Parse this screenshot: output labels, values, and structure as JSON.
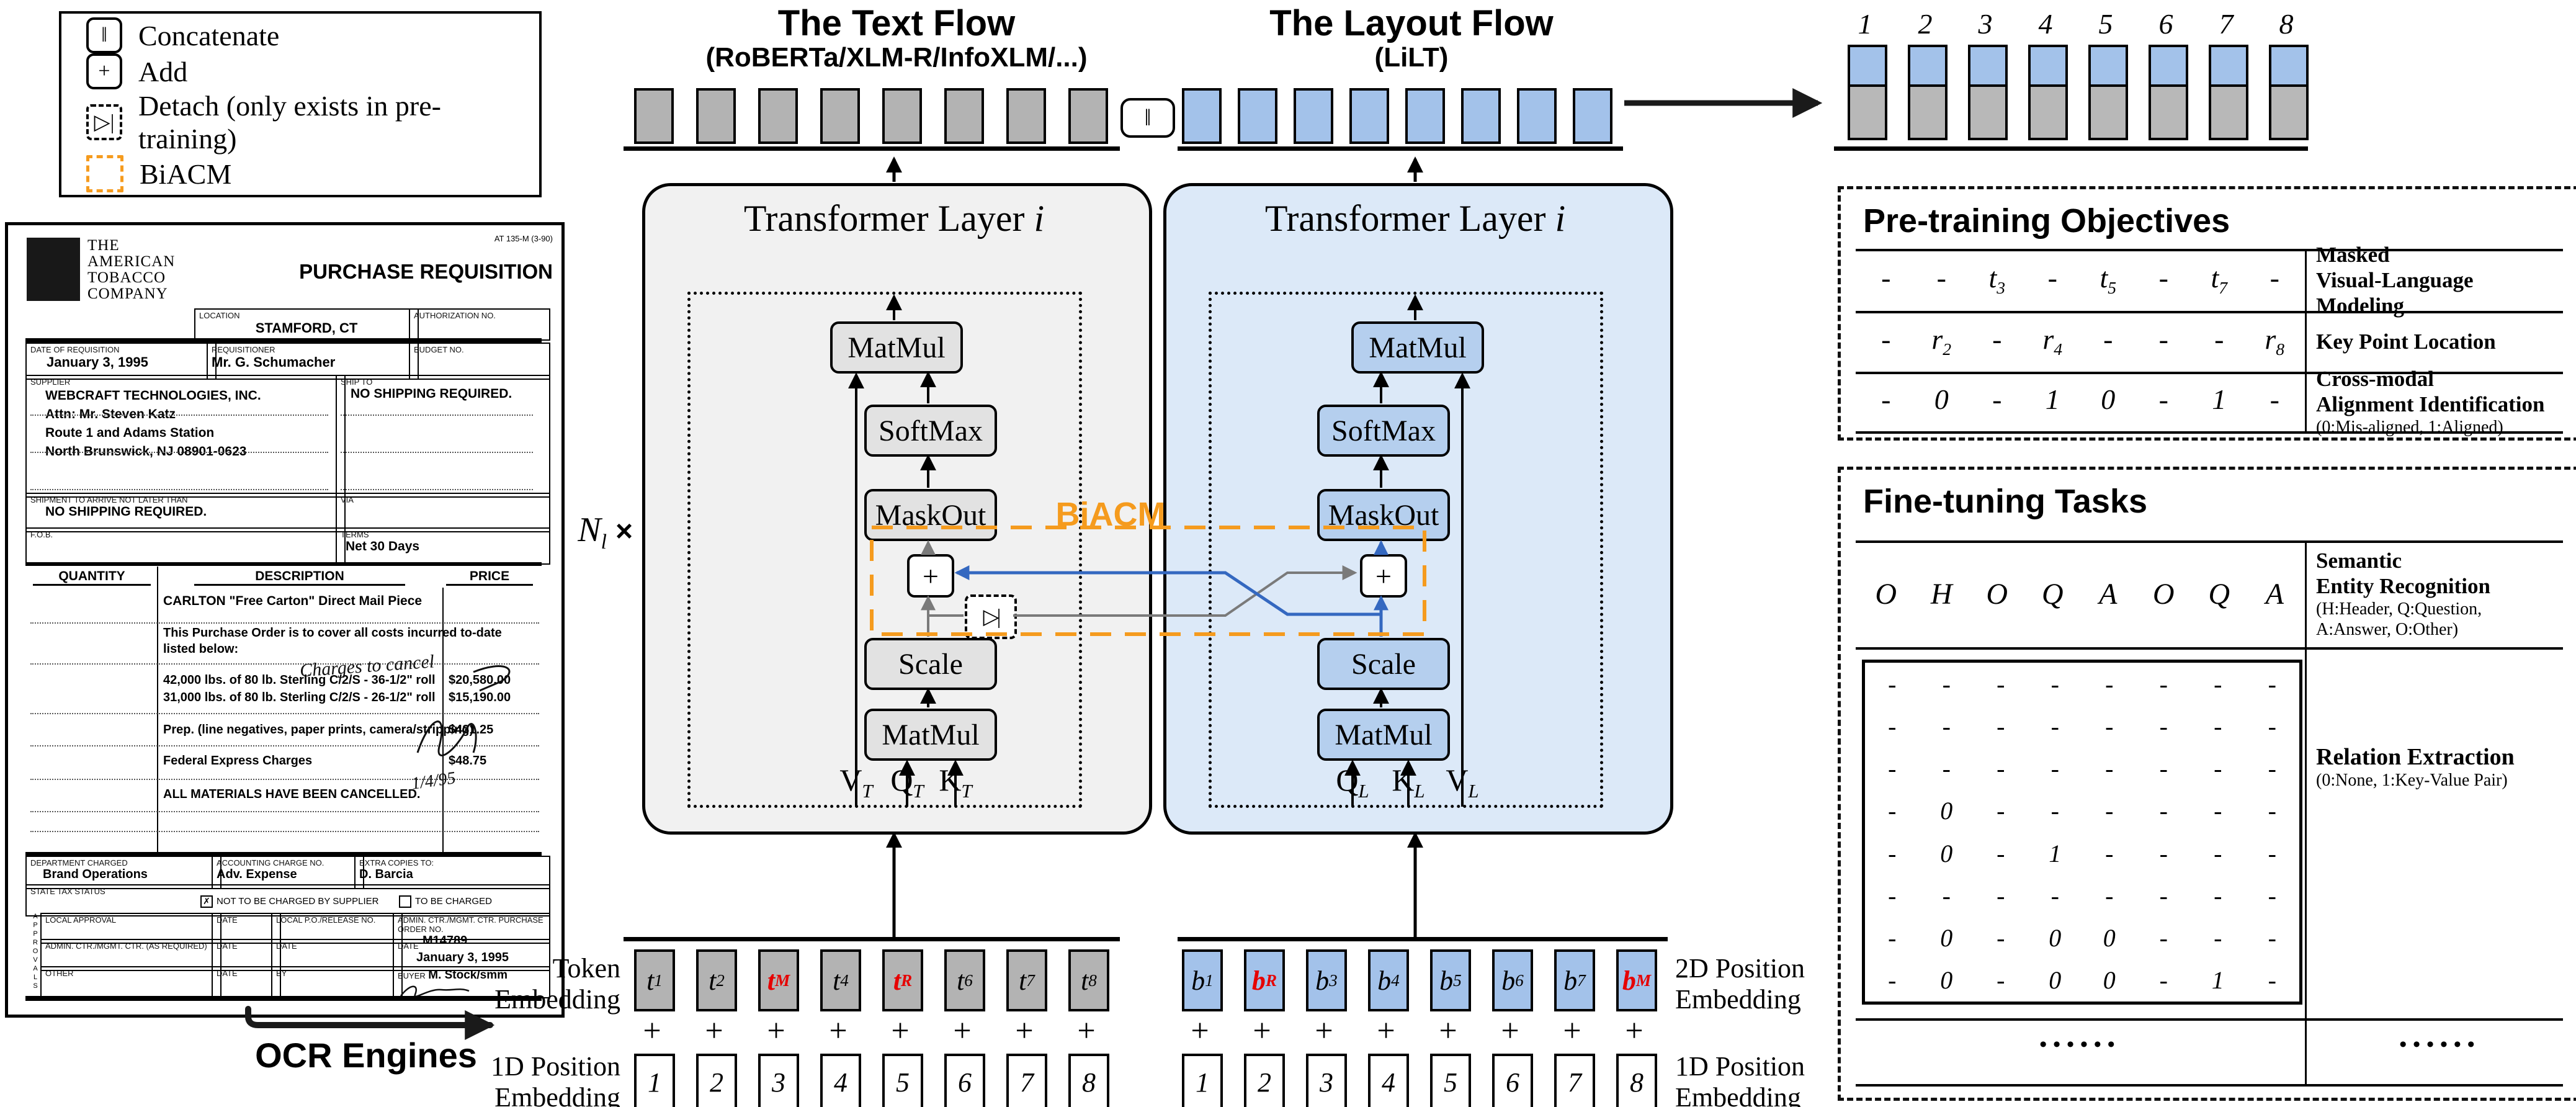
{
  "legend": {
    "items": [
      {
        "symbol": "‖",
        "label": "Concatenate"
      },
      {
        "symbol": "+",
        "label": "Add"
      },
      {
        "symbol": "▷|",
        "label": "Detach (only exists in pre-training)"
      },
      {
        "symbol": "",
        "label": "BiACM"
      }
    ]
  },
  "ocr_label": "OCR Engines",
  "flows": {
    "multiplier": {
      "m": "N",
      "s": "l",
      "times": "×"
    },
    "biacm": "BiACM",
    "text": {
      "title": "The Text Flow",
      "subtitle": "(RoBERTa/XLM-R/InfoXLM/...)",
      "layer_title": "Transformer Layer",
      "layer_var": "i",
      "blocks": {
        "mm_top": "MatMul",
        "softmax": "SoftMax",
        "maskout": "MaskOut",
        "plus": "+",
        "detach": "▷|",
        "scale": "Scale",
        "mm_bot": "MatMul"
      },
      "inputs": [
        {
          "m": "V",
          "s": "T"
        },
        {
          "m": "Q",
          "s": "T"
        },
        {
          "m": "K",
          "s": "T"
        }
      ]
    },
    "layout": {
      "title": "The Layout Flow",
      "subtitle": "(LiLT)",
      "layer_title": "Transformer Layer",
      "layer_var": "i",
      "blocks": {
        "mm_top": "MatMul",
        "softmax": "SoftMax",
        "maskout": "MaskOut",
        "plus": "+",
        "scale": "Scale",
        "mm_bot": "MatMul"
      },
      "inputs": [
        {
          "m": "Q",
          "s": "L"
        },
        {
          "m": "K",
          "s": "L"
        },
        {
          "m": "V",
          "s": "L"
        }
      ]
    }
  },
  "embeddings": {
    "plus": "+",
    "positions": [
      "1",
      "2",
      "3",
      "4",
      "5",
      "6",
      "7",
      "8"
    ],
    "text": {
      "row1_label": [
        "Token",
        "Embedding"
      ],
      "row2_label": [
        "1D Position",
        "Embedding"
      ],
      "tokens": [
        {
          "m": "t",
          "s": "1"
        },
        {
          "m": "t",
          "s": "2"
        },
        {
          "m": "t",
          "s": "M",
          "color": "red"
        },
        {
          "m": "t",
          "s": "4"
        },
        {
          "m": "t",
          "s": "R",
          "color": "red"
        },
        {
          "m": "t",
          "s": "6"
        },
        {
          "m": "t",
          "s": "7"
        },
        {
          "m": "t",
          "s": "8"
        }
      ]
    },
    "layout": {
      "row1_label": [
        "2D Position",
        "Embedding"
      ],
      "row2_label": [
        "1D Position",
        "Embedding"
      ],
      "tokens": [
        {
          "m": "b",
          "s": "1"
        },
        {
          "m": "b",
          "s": "R",
          "color": "red"
        },
        {
          "m": "b",
          "s": "3"
        },
        {
          "m": "b",
          "s": "4"
        },
        {
          "m": "b",
          "s": "5"
        },
        {
          "m": "b",
          "s": "6"
        },
        {
          "m": "b",
          "s": "7"
        },
        {
          "m": "b",
          "s": "M",
          "color": "red"
        }
      ]
    }
  },
  "outputs": {
    "indices": [
      "1",
      "2",
      "3",
      "4",
      "5",
      "6",
      "7",
      "8"
    ]
  },
  "pretraining": {
    "title": "Pre-training Objectives",
    "rows": [
      {
        "cells": [
          {
            "m": "-"
          },
          {
            "m": "-"
          },
          {
            "m": "t",
            "s": "3"
          },
          {
            "m": "-"
          },
          {
            "m": "t",
            "s": "5"
          },
          {
            "m": "-"
          },
          {
            "m": "t",
            "s": "7"
          },
          {
            "m": "-"
          }
        ],
        "label": [
          "Masked",
          "Visual-Language Modeling"
        ],
        "note": ""
      },
      {
        "cells": [
          {
            "m": "-"
          },
          {
            "m": "r",
            "s": "2"
          },
          {
            "m": "-"
          },
          {
            "m": "r",
            "s": "4"
          },
          {
            "m": "-"
          },
          {
            "m": "-"
          },
          {
            "m": "-"
          },
          {
            "m": "r",
            "s": "8"
          }
        ],
        "label": [
          "Key Point Location"
        ],
        "note": ""
      },
      {
        "cells": [
          {
            "m": "-"
          },
          {
            "m": "0"
          },
          {
            "m": "-"
          },
          {
            "m": "1"
          },
          {
            "m": "0"
          },
          {
            "m": "-"
          },
          {
            "m": "1"
          },
          {
            "m": "-"
          }
        ],
        "label": [
          "Cross-modal",
          "Alignment Identification"
        ],
        "note": "(0:Mis-aligned, 1:Aligned)"
      }
    ]
  },
  "finetuning": {
    "title": "Fine-tuning Tasks",
    "ser": {
      "cells": [
        "O",
        "H",
        "O",
        "Q",
        "A",
        "O",
        "Q",
        "A"
      ],
      "label": [
        "Semantic",
        "Entity Recognition"
      ],
      "note": [
        "(H:Header, Q:Question,",
        "A:Answer, O:Other)"
      ]
    },
    "re": {
      "label": "Relation Extraction",
      "note": "(0:None, 1:Key-Value Pair)",
      "matrix": [
        [
          "-",
          "-",
          "-",
          "-",
          "-",
          "-",
          "-",
          "-"
        ],
        [
          "-",
          "-",
          "-",
          "-",
          "-",
          "-",
          "-",
          "-"
        ],
        [
          "-",
          "-",
          "-",
          "-",
          "-",
          "-",
          "-",
          "-"
        ],
        [
          "-",
          "0",
          "-",
          "-",
          "-",
          "-",
          "-",
          "-"
        ],
        [
          "-",
          "0",
          "-",
          "1",
          "-",
          "-",
          "-",
          "-"
        ],
        [
          "-",
          "-",
          "-",
          "-",
          "-",
          "-",
          "-",
          "-"
        ],
        [
          "-",
          "0",
          "-",
          "0",
          "0",
          "-",
          "-",
          "-"
        ],
        [
          "-",
          "0",
          "-",
          "0",
          "0",
          "-",
          "1",
          "-"
        ]
      ]
    },
    "dots": "••••••"
  },
  "document": {
    "form_no": "AT 135-M (3-90)",
    "title": "PURCHASE REQUISITION",
    "company": [
      "THE",
      "AMERICAN",
      "TOBACCO",
      "COMPANY"
    ],
    "location_label": "LOCATION",
    "location": "STAMFORD, CT",
    "auth_label": "AUTHORIZATION NO.",
    "date_label": "DATE OF REQUISITION",
    "date": "January 3, 1995",
    "req_label": "REQUISITIONER",
    "requisitioner": "Mr. G. Schumacher",
    "budget_label": "BUDGET NO.",
    "supplier_label": "SUPPLIER",
    "supplier": [
      "WEBCRAFT TECHNOLOGIES, INC.",
      "Attn: Mr. Steven Katz",
      "Route 1 and Adams Station",
      "North Brunswick, NJ 08901-0623"
    ],
    "shipto_label": "SHIP TO",
    "shipto": "NO SHIPPING REQUIRED.",
    "arrive_label": "SHIPMENT TO ARRIVE NOT LATER THAN",
    "arrive": "NO SHIPPING REQUIRED.",
    "via_label": "VIA",
    "fob_label": "F.O.B.",
    "terms_label": "TERMS",
    "terms": "Net 30 Days",
    "qty_label": "QUANTITY",
    "desc_label": "DESCRIPTION",
    "price_label": "PRICE",
    "line1": "CARLTON \"Free Carton\" Direct Mail Piece",
    "line2a": "This Purchase Order is to cover all costs incurred to-date",
    "line2b": "listed below:",
    "item1": "42,000 lbs. of 80 lb. Sterling C/2/S - 36-1/2\" roll",
    "price1": "$20,580.00",
    "item2": "31,000 lbs. of 80 lb. Sterling C/2/S - 26-1/2\" roll",
    "price2": "$15,190.00",
    "item3": "Prep. (line negatives, paper prints, camera/stripping)",
    "price3": "$431.25",
    "item4": "Federal Express Charges",
    "price4": "$48.75",
    "cancel": "ALL MATERIALS HAVE BEEN CANCELLED.",
    "handwriting": "Charges to cancel",
    "hand_date": "1/4/95",
    "dept_label": "DEPARTMENT CHARGED",
    "dept": "Brand Operations",
    "acct_label": "ACCOUNTING CHARGE NO.",
    "acct": "Adv. Expense",
    "copies_label": "EXTRA COPIES TO:",
    "copies": "D. Barcia",
    "tax_label": "STATE TAX STATUS",
    "tax_opt1": "NOT TO BE CHARGED BY SUPPLIER",
    "tax_opt2": "TO BE CHARGED",
    "approvals": "APPROVALS",
    "a_local": "LOCAL APPROVAL",
    "a_date": "DATE",
    "a_po": "LOCAL P.O./RELEASE NO.",
    "a_admin": "ADMIN. CTR./MGMT. CTR. PURCHASE ORDER NO.",
    "po_no": "M14789",
    "a_admin2": "ADMIN. CTR./MGMT. CTR. (AS REQUIRED)",
    "a_by": "BY",
    "buyer_label": "BUYER",
    "buyer": "M. Stock/smm",
    "a_other": "OTHER",
    "date2": "January 3, 1995"
  }
}
